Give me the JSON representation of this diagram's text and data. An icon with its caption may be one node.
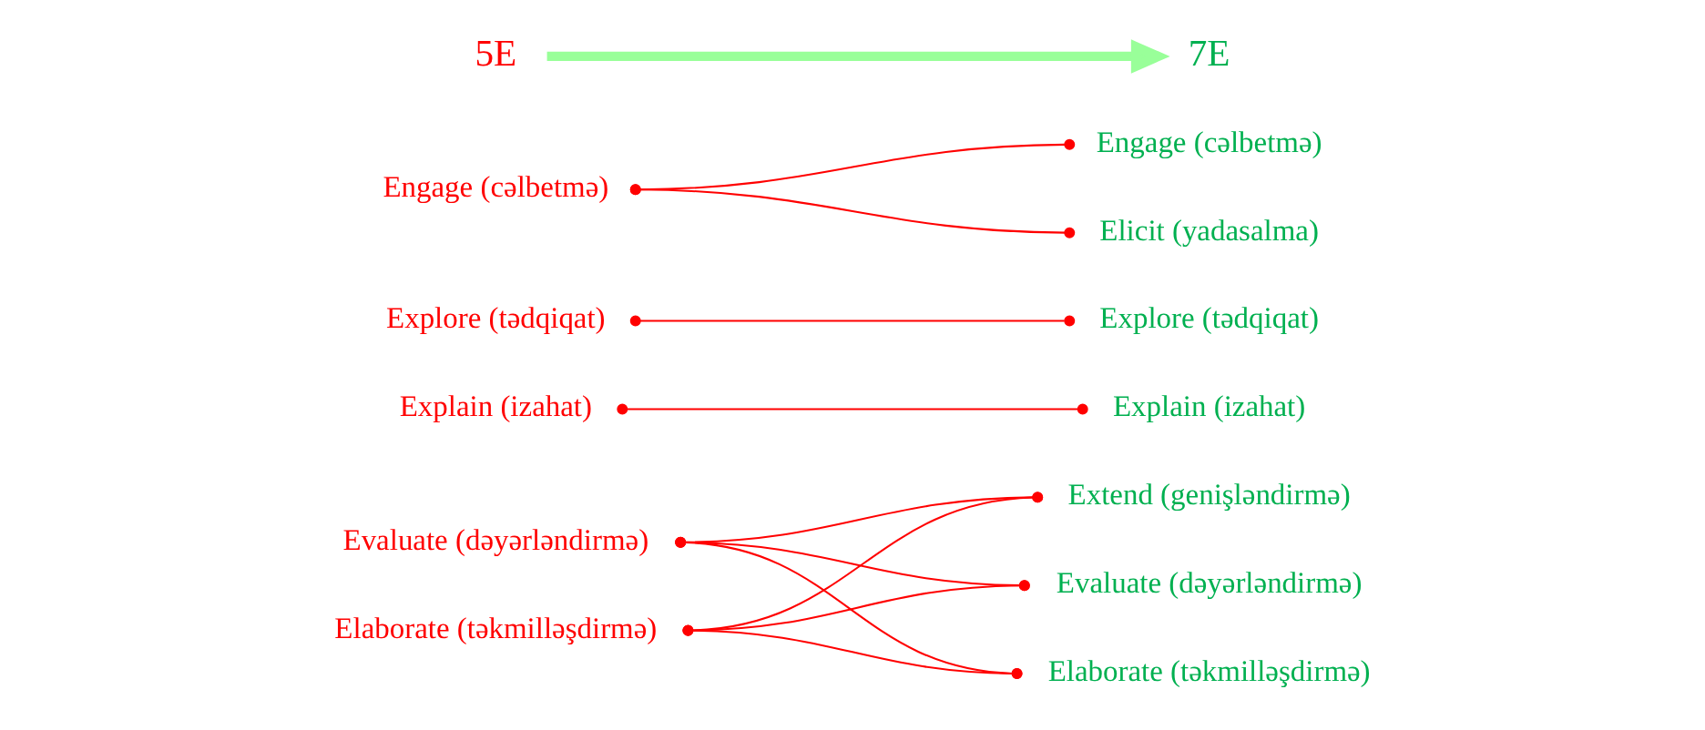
{
  "diagram": {
    "nodes": [
      {
        "text": [
          "5E"
        ]
      },
      {
        "text": [
          "7E"
        ]
      },
      {
        "text": [
          "Engage (cəlbetmə)"
        ]
      },
      {
        "text": [
          "Explore (tədqiqat)"
        ]
      },
      {
        "text": [
          "Explain (izahat)"
        ]
      },
      {
        "text": [
          "Elaborate (təkmilləşdirmə)"
        ]
      },
      {
        "text": [
          "Evaluate (dəyərləndirmə)"
        ]
      },
      {
        "text": [
          "Elicit (yadasalma)"
        ]
      },
      {
        "text": [
          "Engage (cəlbetmə)"
        ]
      },
      {
        "text": [
          "Explore (tədqiqat)"
        ]
      },
      {
        "text": [
          "Explain (izahat)"
        ]
      },
      {
        "text": [
          "Elaborate (təkmilləşdirmə)"
        ]
      },
      {
        "text": [
          "Evaluate (dəyərləndirmə)"
        ]
      },
      {
        "text": [
          "Extend (genişləndirmə)"
        ]
      }
    ],
    "edges": [
      {
        "from": 0,
        "to": 1,
        "arrow": "to",
        "style": "thick",
        "color": "#99ff99"
      },
      {
        "from": 2,
        "to": 7,
        "arrow": "other"
      },
      {
        "from": 2,
        "to": 8,
        "arrow": "other"
      },
      {
        "from": 3,
        "to": 9,
        "arrow": "other"
      },
      {
        "from": 4,
        "to": 10,
        "arrow": "other"
      },
      {
        "from": 5,
        "to": 11,
        "arrow": "other"
      },
      {
        "from": 5,
        "to": 12,
        "arrow": "other"
      },
      {
        "from": 5,
        "to": 13,
        "arrow": "other"
      },
      {
        "from": 6,
        "to": 11,
        "arrow": "other"
      },
      {
        "from": 6,
        "to": 12,
        "arrow": "other"
      },
      {
        "from": 6,
        "to": 13,
        "arrow": "other"
      }
    ]
  }
}
